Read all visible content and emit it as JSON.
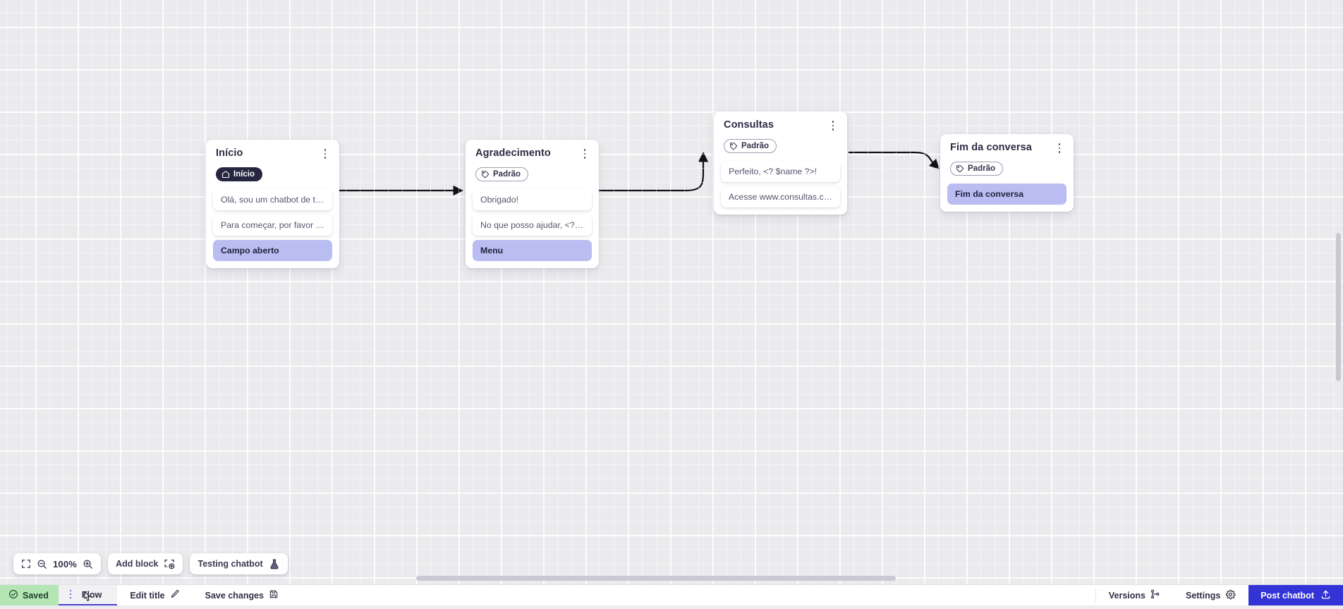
{
  "canvas": {
    "zoom_label": "100%",
    "nodes": [
      {
        "id": "inicio",
        "title": "Início",
        "badge": {
          "label": "Início",
          "icon": "home-icon",
          "style": "dark"
        },
        "rows": [
          {
            "text": "Olá, sou um chatbot de teste!",
            "type": "message"
          },
          {
            "text": "Para começar, por favor digite o ...",
            "type": "message"
          },
          {
            "text": "Campo aberto",
            "type": "action"
          }
        ]
      },
      {
        "id": "agradecimento",
        "title": "Agradecimento",
        "badge": {
          "label": "Padrão",
          "icon": "tag-icon",
          "style": "outline"
        },
        "rows": [
          {
            "text": "Obrigado!",
            "type": "message"
          },
          {
            "text": "No que posso ajudar, <? $name ...",
            "type": "message"
          },
          {
            "text": "Menu",
            "type": "action"
          }
        ]
      },
      {
        "id": "consultas",
        "title": "Consultas",
        "badge": {
          "label": "Padrão",
          "icon": "tag-icon",
          "style": "outline"
        },
        "rows": [
          {
            "text": "Perfeito, <? $name ?>!",
            "type": "message"
          },
          {
            "text": "Acesse www.consultas.com par...",
            "type": "message"
          }
        ]
      },
      {
        "id": "fim-da-conversa",
        "title": "Fim da conversa",
        "badge": {
          "label": "Padrão",
          "icon": "tag-icon",
          "style": "outline"
        },
        "rows": [
          {
            "text": "Fim da conversa",
            "type": "action"
          }
        ]
      }
    ]
  },
  "toolbar": {
    "fit_icon": "fit-screen-icon",
    "zoom_out_icon": "zoom-out-icon",
    "zoom_value": "100%",
    "zoom_in_icon": "zoom-in-icon",
    "add_block_label": "Add block",
    "add_block_icon": "add-block-icon",
    "testing_chatbot_label": "Testing chatbot",
    "testing_chatbot_icon": "flask-icon"
  },
  "bottom_bar": {
    "saved_label": "Saved",
    "saved_icon": "check-circle-icon",
    "tab_flow_label": "Flow",
    "tab_flow_handle_icon": "drag-handle-icon",
    "edit_title_label": "Edit title",
    "edit_title_icon": "pencil-icon",
    "save_changes_label": "Save changes",
    "save_changes_icon": "save-disk-icon",
    "versions_label": "Versions",
    "versions_icon": "branch-icon",
    "settings_label": "Settings",
    "settings_icon": "gear-icon",
    "post_chatbot_label": "Post chatbot",
    "post_chatbot_icon": "upload-icon"
  },
  "colors": {
    "accent_blue": "#3333d6",
    "action_row": "#b9bdf2",
    "saved_green": "#b4e6b4",
    "tab_underline": "#4b3fd0",
    "canvas_bg": "#ebebee",
    "node_title": "#2c2c44"
  }
}
